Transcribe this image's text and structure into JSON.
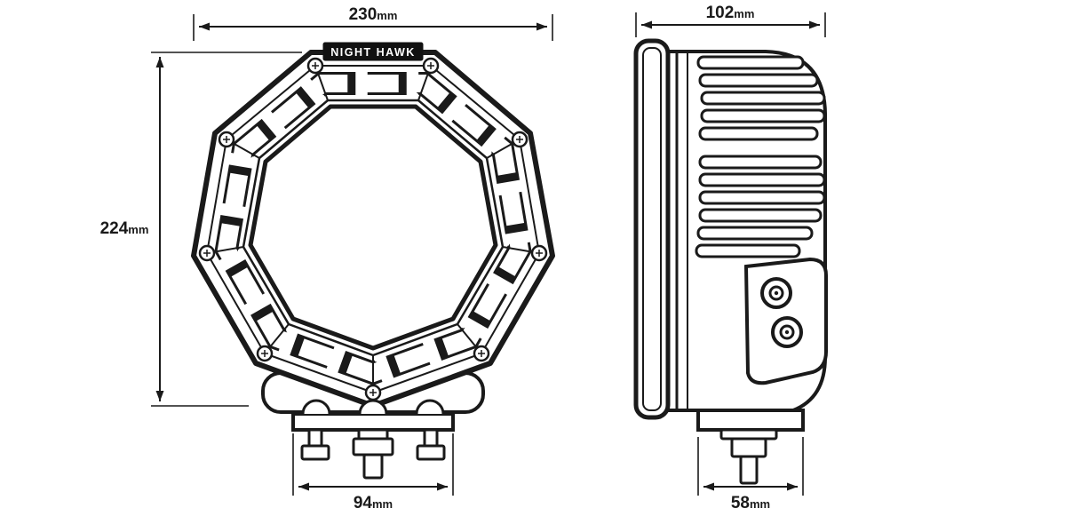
{
  "drawing": {
    "brand_label": "NIGHT HAWK",
    "dimensions": {
      "front_width": {
        "value": "230",
        "unit": "mm"
      },
      "front_height": {
        "value": "224",
        "unit": "mm"
      },
      "front_base_width": {
        "value": "94",
        "unit": "mm"
      },
      "side_depth": {
        "value": "102",
        "unit": "mm"
      },
      "side_base_width": {
        "value": "58",
        "unit": "mm"
      }
    },
    "colors": {
      "line": "#1a1a1a",
      "background": "#ffffff",
      "label_bg": "#111111",
      "label_text": "#ffffff"
    }
  }
}
